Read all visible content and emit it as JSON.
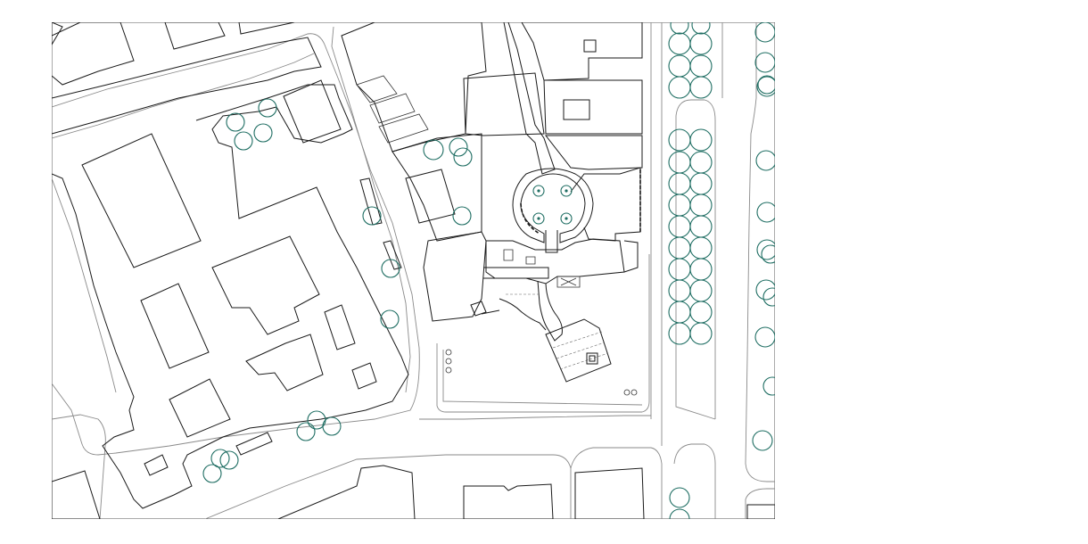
{
  "map": {
    "kind": "site-plan",
    "labels": [],
    "colors": {
      "tree": "#1f6e63",
      "building": "#1a1a1a",
      "road": "#8a8a8a",
      "background": "#ffffff"
    },
    "icons": [
      "tree-symbol",
      "column-dot"
    ]
  }
}
